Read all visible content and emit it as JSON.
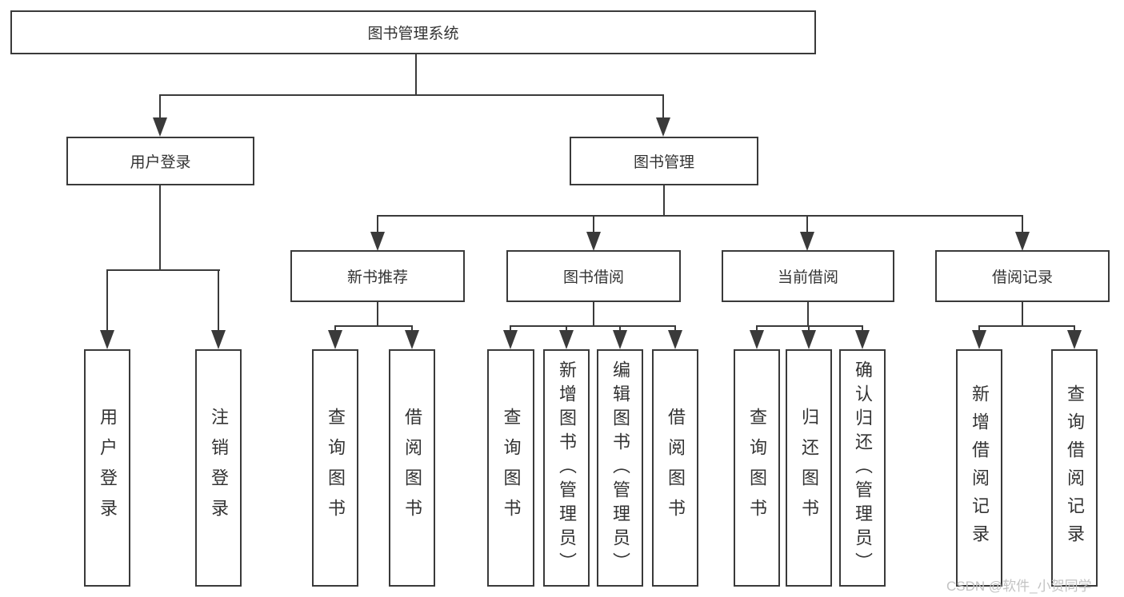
{
  "colors": {
    "line": "#3a3a3a",
    "box_background": "#ffffff",
    "text": "#333333",
    "watermark": "#c3c3c3"
  },
  "tree": {
    "root": {
      "label": "图书管理系统"
    },
    "user_login": {
      "label": "用户登录",
      "children": [
        {
          "label": "用户登录"
        },
        {
          "label": "注销登录"
        }
      ]
    },
    "book_management": {
      "label": "图书管理",
      "children": [
        {
          "label": "新书推荐",
          "children": [
            {
              "label": "查询图书"
            },
            {
              "label": "借阅图书"
            }
          ]
        },
        {
          "label": "图书借阅",
          "children": [
            {
              "label": "查询图书"
            },
            {
              "label": "新增图书（管理员）"
            },
            {
              "label": "编辑图书（管理员）"
            },
            {
              "label": "借阅图书"
            }
          ]
        },
        {
          "label": "当前借阅",
          "children": [
            {
              "label": "查询图书"
            },
            {
              "label": "归还图书"
            },
            {
              "label": "确认归还（管理员）"
            }
          ]
        },
        {
          "label": "借阅记录",
          "children": [
            {
              "label": "新增借阅记录"
            },
            {
              "label": "查询借阅记录"
            }
          ]
        }
      ]
    }
  },
  "watermark": {
    "text": "CSDN @软件_小贺同学"
  }
}
